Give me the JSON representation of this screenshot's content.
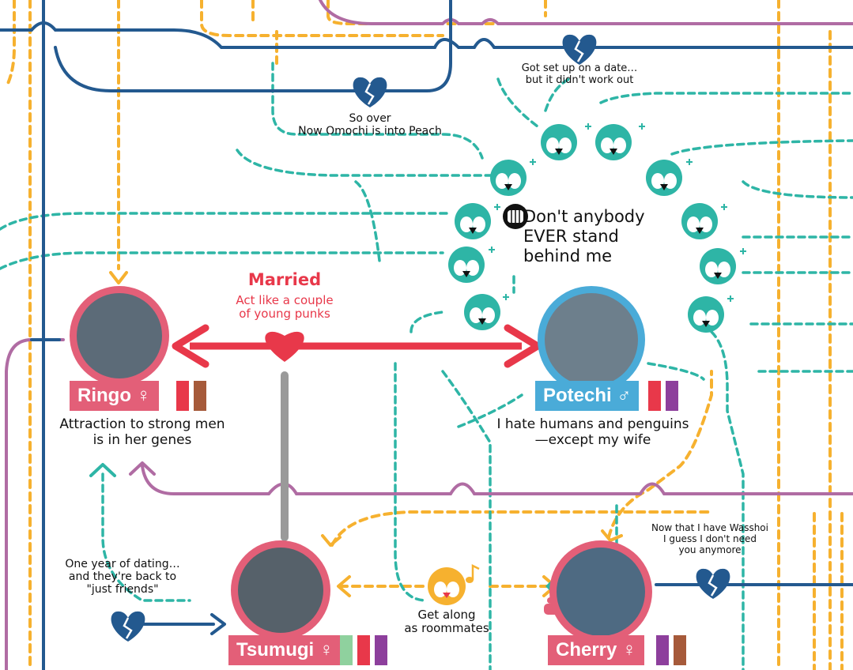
{
  "colors": {
    "yellow": "#f6b12f",
    "teal": "#2eb5a6",
    "purple": "#b06ca3",
    "navy": "#23598f",
    "red": "#e8384a",
    "pink": "#e35f78",
    "blue": "#4aabd8",
    "gray": "#9a9a9a"
  },
  "characters": {
    "ringo": {
      "name": "Ringo",
      "gender": "♀",
      "caption": "Attraction to strong men\nis in her genes",
      "swatches": [
        "#e8384a",
        "#a65a3a"
      ]
    },
    "potechi": {
      "name": "Potechi",
      "gender": "♂",
      "caption": "I hate humans and penguins\n—except my wife",
      "swatches": [
        "#e8384a",
        "#8d3f9c"
      ]
    },
    "tsumugi": {
      "name": "Tsumugi",
      "gender": "♀",
      "swatches": [
        "#8fd19e",
        "#e8384a",
        "#8d3f9c"
      ]
    },
    "cherry": {
      "name": "Cherry",
      "gender": "♀",
      "swatches": [
        "#8d3f9c",
        "#a65a3a"
      ]
    }
  },
  "labels": {
    "married_title": "Married",
    "married_sub": "Act like a couple\nof young punks",
    "shout": "Don't anybody\nEVER stand\nbehind me",
    "date_note": "Got set up on a date…\nbut it didn't work out",
    "so_over": "So over\nNow Omochi is into Peach",
    "one_year": "One year of dating…\nand they're back to\n\"just friends\"",
    "roommates": "Get along\nas roommates",
    "wasshoi": "Now that I have Wasshoi\nI guess I don't need\nyou anymore"
  }
}
